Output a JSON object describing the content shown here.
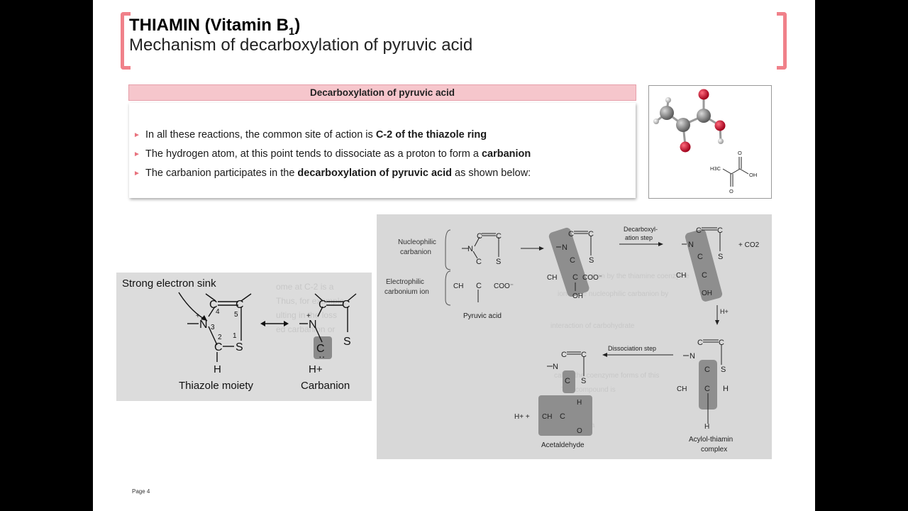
{
  "header": {
    "title_main": "THIAMIN (Vitamin B",
    "title_sub": "1",
    "title_close": ")",
    "subtitle": "Mechanism of decarboxylation of pyruvic acid"
  },
  "box": {
    "heading": "Decarboxylation of pyruvic acid",
    "bullets": [
      {
        "pre": "In all these reactions, the common site of action is ",
        "bold": "C-2 of the thiazole ring",
        "post": ""
      },
      {
        "pre": "The hydrogen atom, at this point tends to dissociate as a proton to form a ",
        "bold": "carbanion",
        "post": ""
      },
      {
        "pre": "The carbanion participates in the ",
        "bold": "decarboxylation of pyruvic acid",
        "post": " as shown below:"
      }
    ]
  },
  "molecule": {
    "h3c": "H3C",
    "oh": "OH",
    "o_top": "O",
    "o_bottom": "O"
  },
  "figure1": {
    "sink_label": "Strong electron sink",
    "thiazole_label": "Thiazole moiety",
    "carbanion_label": "Carbanion",
    "h": "H",
    "hplus": "H+"
  },
  "figure2": {
    "nucleophilic": "Nucleophilic",
    "carbanion": "carbanion",
    "electrophilic": "Electrophilic",
    "carbonium": "carbonium ion",
    "pyruvic": "Pyruvic acid",
    "decarb1": "Decarboxyl-",
    "decarb2": "ation step",
    "co2": "+ CO2",
    "hplus": "H+",
    "dissociation": "Dissociation step",
    "acetaldehyde": "Acetaldehyde",
    "acylol1": "Acylol-thiamin",
    "acylol2": "complex",
    "hplus_plus": "H+ +"
  },
  "footer": {
    "page": "Page 4"
  },
  "colors": {
    "accent": "#f0818a",
    "header_fill": "#f6c6cc",
    "bullet": "#e8737e"
  }
}
